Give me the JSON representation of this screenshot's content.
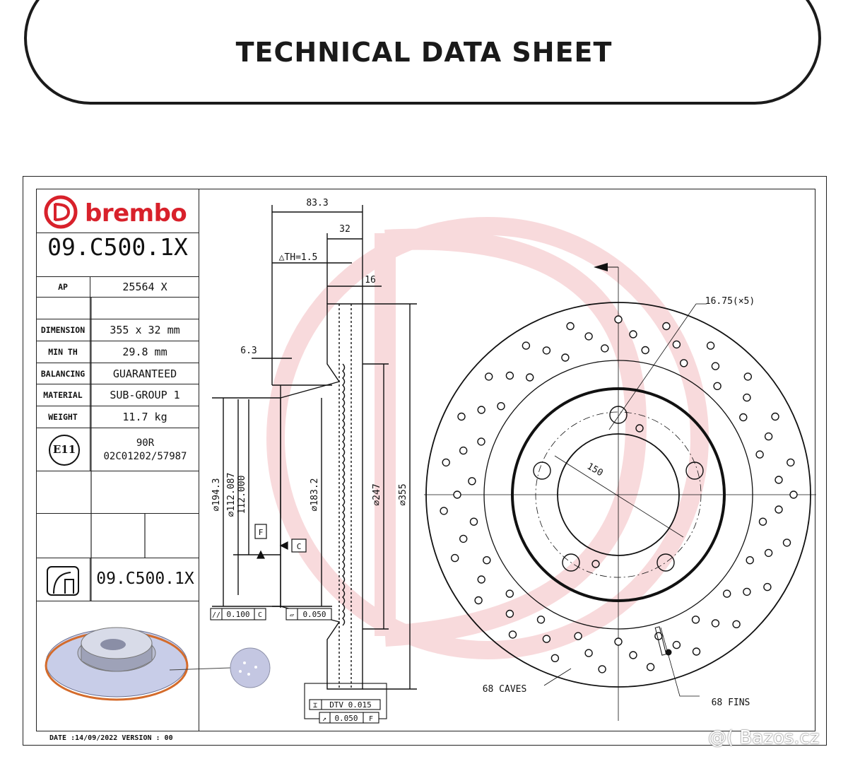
{
  "header": {
    "title": "TECHNICAL DATA SHEET"
  },
  "brand": {
    "logo_text": "brembo",
    "color": "#d8212b"
  },
  "part_number": "09.C500.1X",
  "specs": [
    {
      "label": "AP",
      "value": "25564 X"
    },
    {
      "label": "DIMENSION",
      "value": "355 x 32 mm"
    },
    {
      "label": "MIN TH",
      "value": "29.8 mm"
    },
    {
      "label": "BALANCING",
      "value": "GUARANTEED"
    },
    {
      "label": "MATERIAL",
      "value": "SUB-GROUP 1"
    },
    {
      "label": "WEIGHT",
      "value": "11.7 kg"
    }
  ],
  "homologation": {
    "mark": "E11",
    "line1": "90R",
    "line2": "02C01202/57987"
  },
  "footer_part_number": "09.C500.1X",
  "footer": {
    "date_line": "DATE :14/09/2022 VERSION : 00"
  },
  "drawing": {
    "dim_83_3": "83.3",
    "dim_32": "32",
    "dim_th": "△TH=1.5",
    "dim_16": "16",
    "dim_6_3": "6.3",
    "dim_194_3": "⌀194.3",
    "dim_112_087": "⌀112.087",
    "dim_112_000": "112.000",
    "dim_183_2": "⌀183.2",
    "dim_247": "⌀247",
    "dim_355": "⌀355",
    "datum_f": "F",
    "datum_c": "C",
    "tol_parallel": "0.100",
    "tol_parallel_ref": "C",
    "tol_flat": "0.050",
    "dtv_label": "DTV 0.015",
    "runout": "0.050",
    "runout_ref": "F",
    "holes_label": "16.75(×5)",
    "pcd_label": "150",
    "caves_label": "68 CAVES",
    "fins_label": "68 FINS"
  },
  "watermark": "@( Bazos.cz"
}
